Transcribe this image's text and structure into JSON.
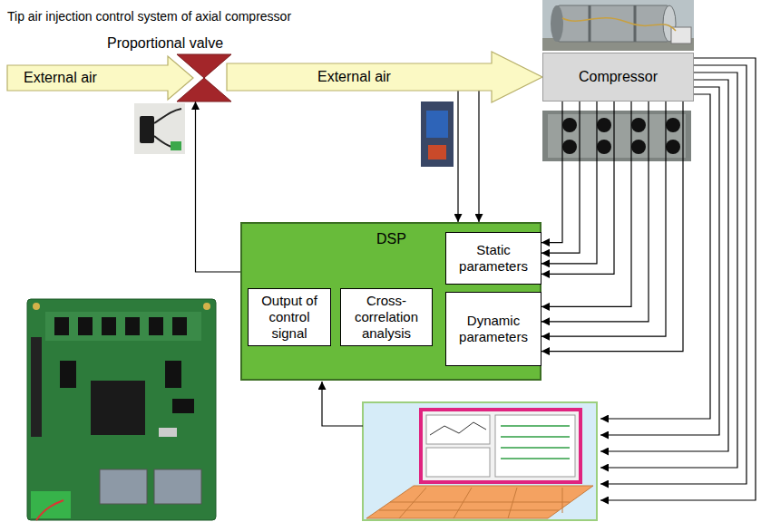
{
  "diagram": {
    "title": "Tip air injection control system of axial compressor",
    "nodes": [
      {
        "text": [
          "Proportional valve"
        ]
      },
      {
        "text": [
          "External air"
        ]
      },
      {
        "text": [
          "External air"
        ]
      },
      {
        "text": [
          "Compressor"
        ]
      },
      {
        "text": [
          "DSP"
        ]
      },
      {
        "text": [
          "Output of control signal"
        ],
        "in": 4
      },
      {
        "text": [
          "Cross-correlation analysis"
        ],
        "in": 4
      },
      {
        "text": [
          "Static parameters"
        ],
        "in": 4
      },
      {
        "text": [
          "Dynamic parameters"
        ],
        "in": 4
      }
    ],
    "edges": [
      {
        "from": 4,
        "to": 0,
        "arrow": "to"
      },
      {
        "from": 2,
        "to": 4,
        "arrow": "to"
      },
      {
        "from": 2,
        "to": 4,
        "arrow": "to"
      },
      {
        "from": 3,
        "to": 7,
        "arrow": "to"
      },
      {
        "from": 3,
        "to": 7,
        "arrow": "to"
      },
      {
        "from": 3,
        "to": 7,
        "arrow": "to"
      },
      {
        "from": 3,
        "to": 7,
        "arrow": "to"
      },
      {
        "from": 3,
        "to": 8,
        "arrow": "to"
      },
      {
        "from": 3,
        "to": 8,
        "arrow": "to"
      },
      {
        "from": 3,
        "to": 8,
        "arrow": "to"
      },
      {
        "from": 3,
        "to": 8,
        "arrow": "to"
      }
    ]
  }
}
